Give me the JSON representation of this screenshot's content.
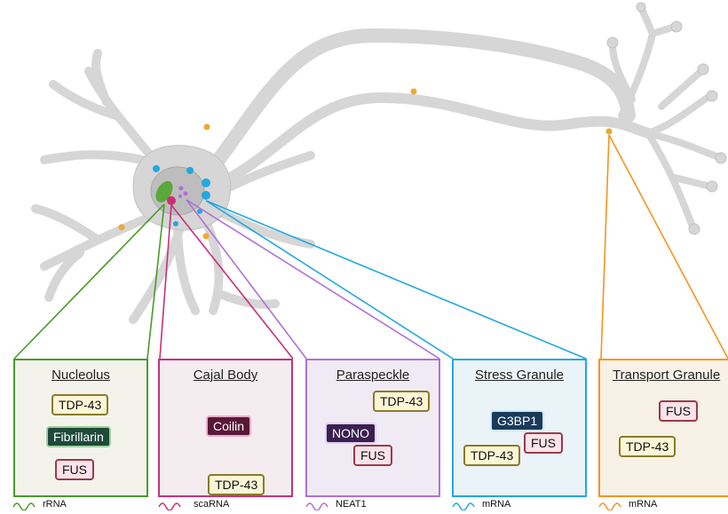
{
  "panels": {
    "nucleolus": {
      "title": "Nucleolus",
      "tags": [
        "TDP-43",
        "Fibrillarin",
        "FUS"
      ]
    },
    "cajal": {
      "title": "Cajal Body",
      "tags": [
        "Coilin",
        "TDP-43"
      ]
    },
    "paraspeckle": {
      "title": "Paraspeckle",
      "tags": [
        "TDP-43",
        "NONO",
        "FUS"
      ]
    },
    "stress": {
      "title": "Stress Granule",
      "tags": [
        "G3BP1",
        "FUS",
        "TDP-43"
      ]
    },
    "transport": {
      "title": "Transport Granule",
      "tags": [
        "FUS",
        "TDP-43"
      ]
    }
  },
  "legend": [
    "rRNA",
    "scaRNA",
    "NEAT1",
    "mRNA",
    "mRNA"
  ],
  "colors": {
    "nucleolus": "#4a9a2a",
    "cajal": "#c8307a",
    "paraspeckle": "#b070d8",
    "stress": "#22a8e0",
    "transport": "#f5941e",
    "neuron": "#d6d6d6",
    "granule_dot": "#f0a830"
  }
}
